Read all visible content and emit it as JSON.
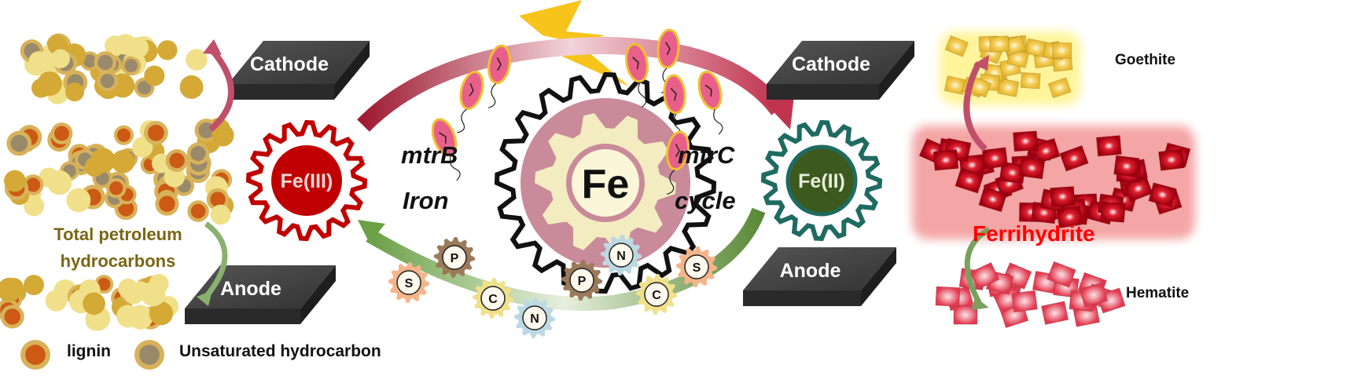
{
  "left": {
    "tph_label_line1": "Total petroleum",
    "tph_label_line2": "hydrocarbons",
    "legend": [
      {
        "label": "lignin"
      },
      {
        "label": "Unsaturated hydrocarbon"
      }
    ]
  },
  "electrodes": {
    "cathode": "Cathode",
    "anode": "Anode"
  },
  "center": {
    "fe3": "Fe(III)",
    "fe2": "Fe(II)",
    "fe": "Fe",
    "gene_left": "mtrB",
    "word_left": "Iron",
    "gene_right": "mtrC",
    "word_right": "cycle"
  },
  "nutrient_chain": [
    "S",
    "P",
    "C",
    "N",
    "P",
    "N",
    "C",
    "S"
  ],
  "right": {
    "goethite": "Goethite",
    "ferrihydrite": "Ferrihydrite",
    "hematite": "Hematite"
  },
  "colors": {
    "tph_text": "#7a6514",
    "fe3_red": "#c00000",
    "fe2_green": "#3d5a1e",
    "fe2_ring": "#1f6b62",
    "ferrihydrite_text": "#ff0000",
    "cathode_arrow": "#b03050",
    "anode_arrow": "#6a9a48"
  }
}
